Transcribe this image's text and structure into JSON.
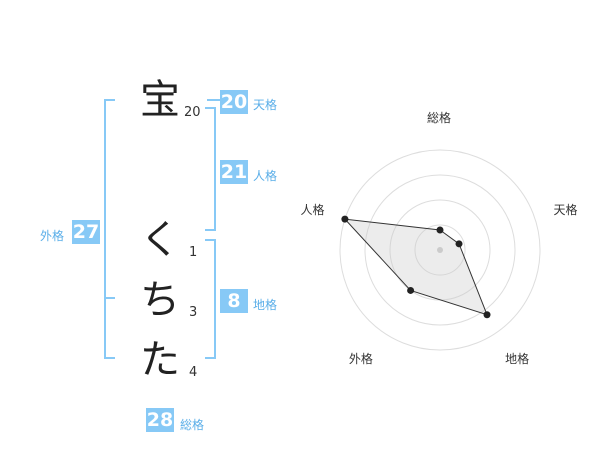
{
  "name_chars": [
    {
      "char": "宝",
      "strokes": "20"
    },
    {
      "char": "く",
      "strokes": "1"
    },
    {
      "char": "ち",
      "strokes": "3"
    },
    {
      "char": "た",
      "strokes": "4"
    }
  ],
  "grids": {
    "tenkaku": {
      "value": "20",
      "label": "天格"
    },
    "jinkaku": {
      "value": "21",
      "label": "人格"
    },
    "chikaku": {
      "value": "8",
      "label": "地格"
    },
    "gaikaku": {
      "value": "27",
      "label": "外格"
    },
    "soukaku": {
      "value": "28",
      "label": "総格"
    }
  },
  "chart_data": {
    "type": "radar",
    "axes": [
      "総格",
      "天格",
      "地格",
      "外格",
      "人格"
    ],
    "values": [
      0.2,
      0.2,
      0.8,
      0.5,
      1.0
    ],
    "max": 1.0,
    "rings": 4
  },
  "colors": {
    "accent": "#87c9f6",
    "bracket": "#87c9f6",
    "polygon_fill": "#e8e8e8"
  }
}
